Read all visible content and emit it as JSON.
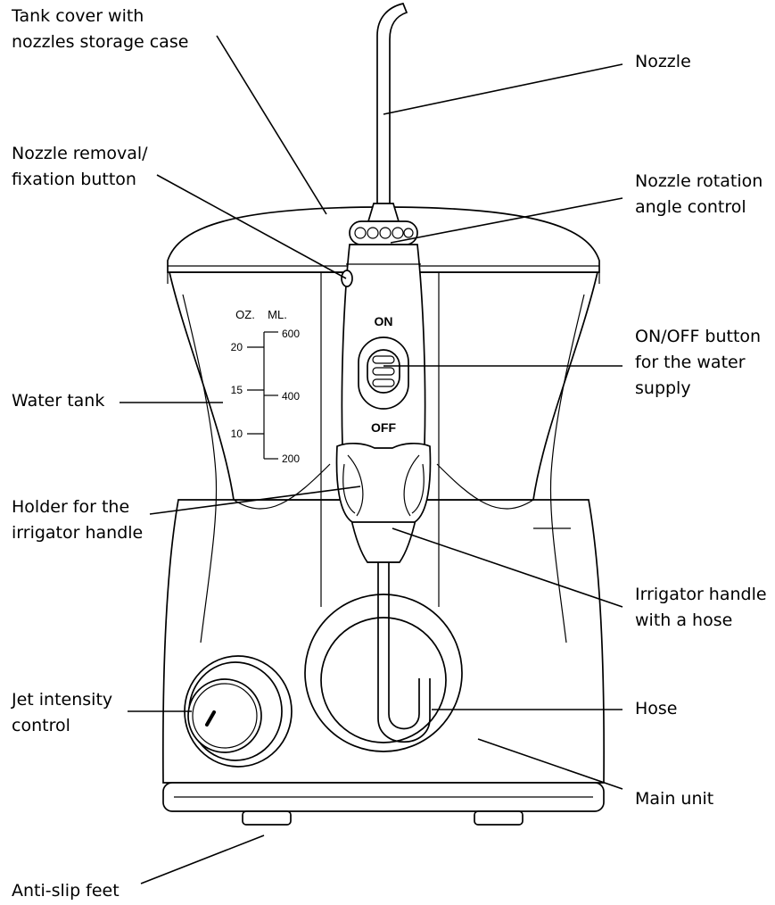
{
  "labels": {
    "tank_cover": "Tank cover with\nnozzles storage case",
    "nozzle": "Nozzle",
    "nozzle_removal": "Nozzle removal/\nfixation button",
    "nozzle_rotation": "Nozzle rotation\nangle control",
    "on_off": "ON/OFF button\nfor the water\nsupply",
    "water_tank": "Water tank",
    "holder": "Holder for the\nirrigator handle",
    "handle": "Irrigator handle\nwith a hose",
    "jet": "Jet intensity\ncontrol",
    "hose": "Hose",
    "main_unit": "Main unit",
    "feet": "Anti-slip feet"
  },
  "scale": {
    "oz_header": "OZ.",
    "ml_header": "ML.",
    "oz_marks": [
      "20",
      "15",
      "10"
    ],
    "ml_marks": [
      "600",
      "400",
      "200"
    ]
  },
  "switch": {
    "on": "ON",
    "off": "OFF"
  }
}
